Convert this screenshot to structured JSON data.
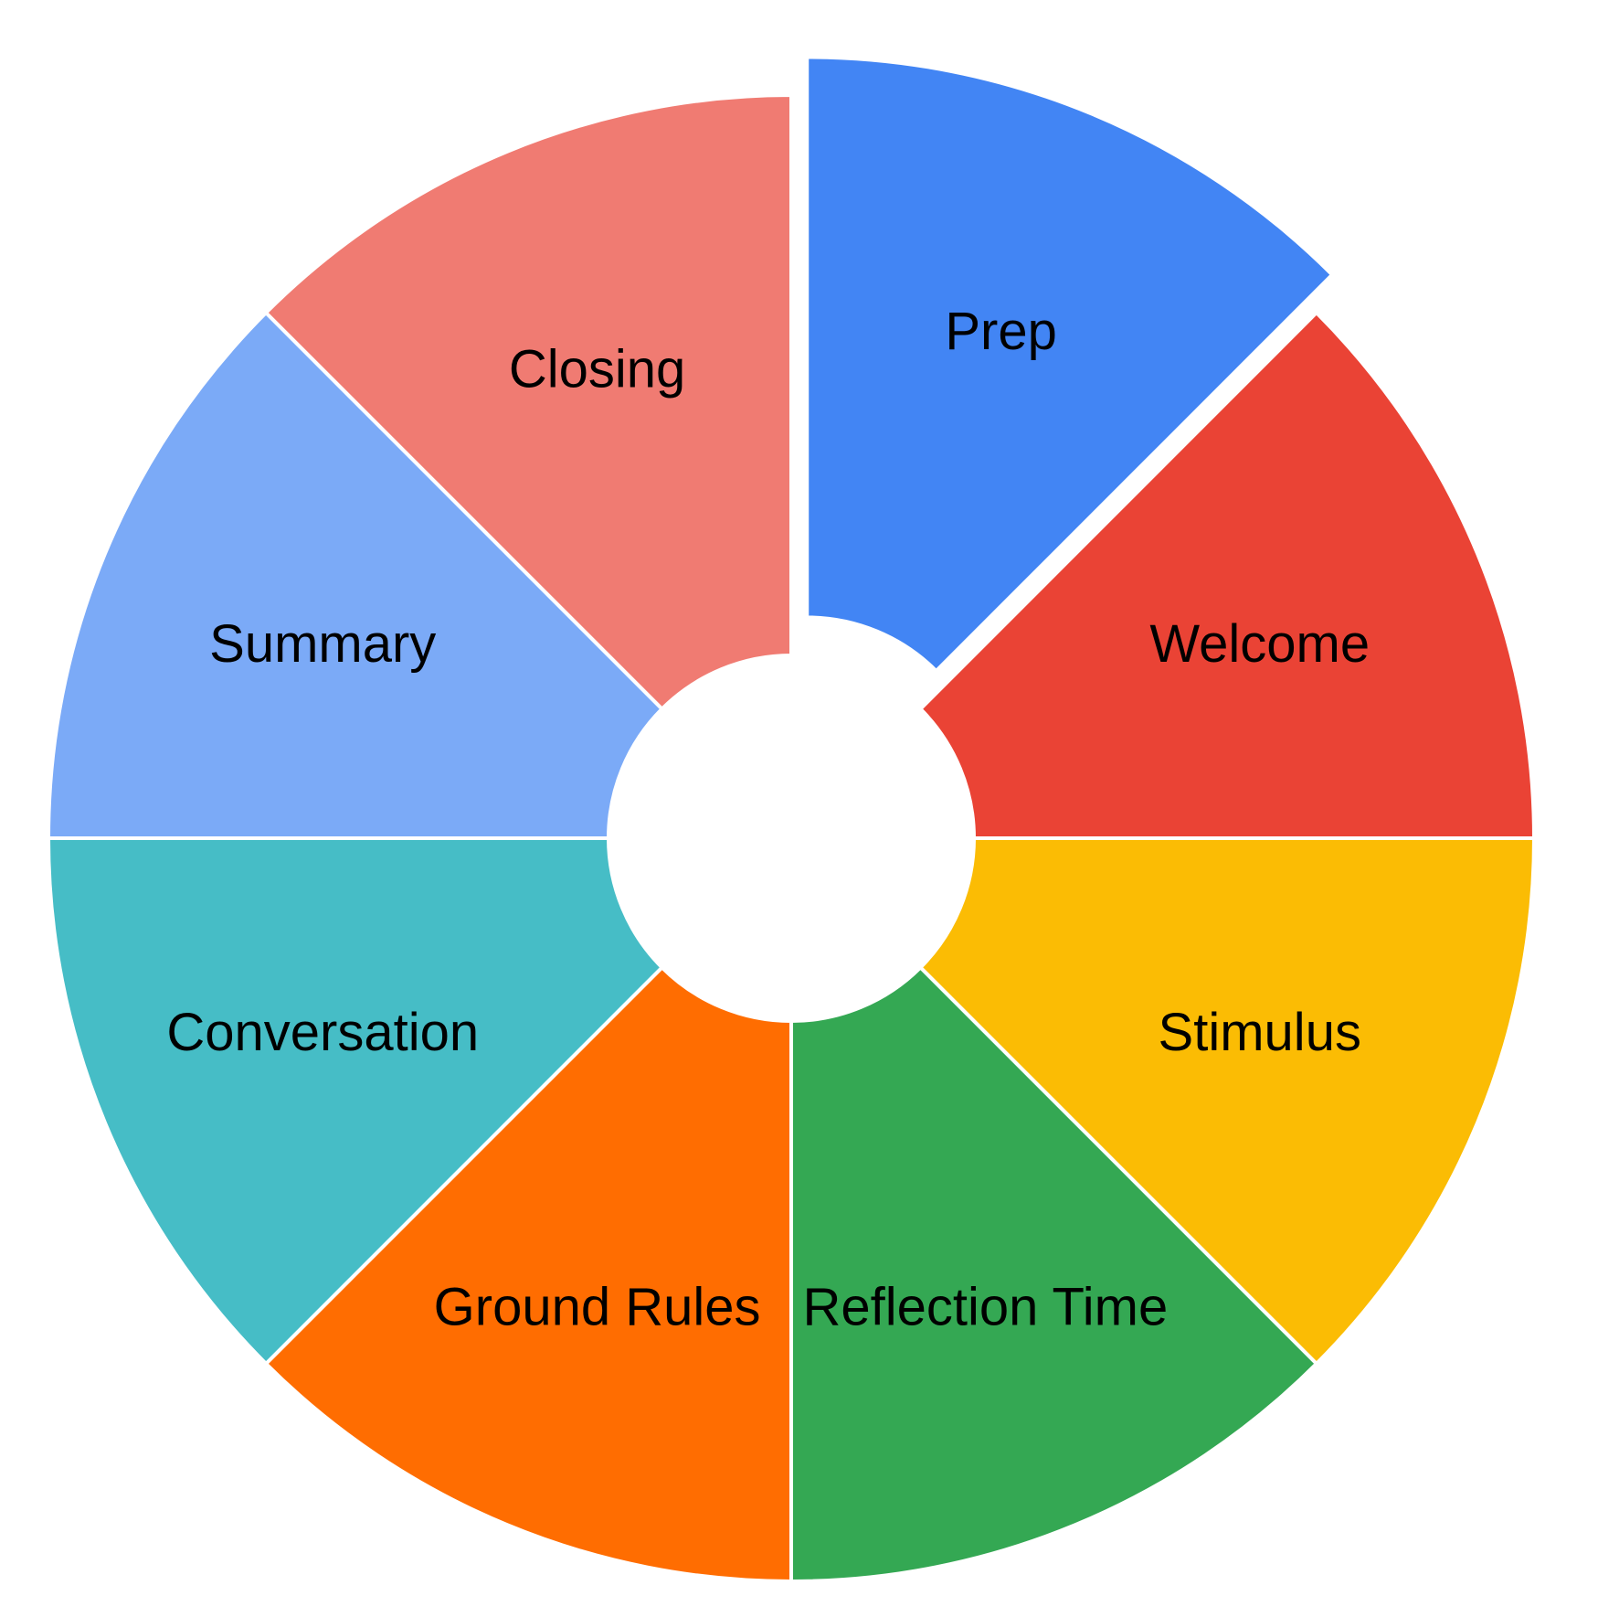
{
  "chart_data": {
    "type": "pie",
    "donut": true,
    "title": "",
    "slices": [
      {
        "label": "Prep",
        "value": 1,
        "color": "#4285F4",
        "exploded": true
      },
      {
        "label": "Welcome",
        "value": 1,
        "color": "#EA4335",
        "exploded": false
      },
      {
        "label": "Stimulus",
        "value": 1,
        "color": "#FBBC04",
        "exploded": false
      },
      {
        "label": "Reflection Time",
        "value": 1,
        "color": "#34A853",
        "exploded": false
      },
      {
        "label": "Ground Rules",
        "value": 1,
        "color": "#FF6D01",
        "exploded": false
      },
      {
        "label": "Conversation",
        "value": 1,
        "color": "#46BDC6",
        "exploded": false
      },
      {
        "label": "Summary",
        "value": 1,
        "color": "#7BAAF7",
        "exploded": false
      },
      {
        "label": "Closing",
        "value": 1,
        "color": "#F07B72",
        "exploded": false
      }
    ]
  }
}
